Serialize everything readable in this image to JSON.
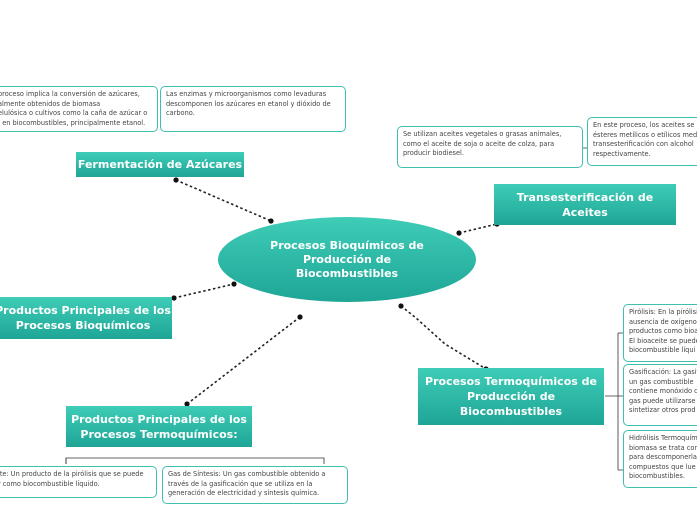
{
  "center": {
    "label_lines": [
      "Procesos Bioquímicos de",
      "Producción de",
      "Biocombustibles"
    ]
  },
  "topics": {
    "fermentation": {
      "label_lines": [
        "Fermentación de Azúcares"
      ]
    },
    "transesterification": {
      "label_lines": [
        "Transesterificación de",
        "Aceites"
      ]
    },
    "bio_products": {
      "label_lines": [
        "Productos Principales de los",
        "Procesos Bioquímicos"
      ]
    },
    "thermo_processes": {
      "label_lines": [
        "Procesos Termoquímicos de",
        "Producción de",
        "Biocombustibles"
      ]
    },
    "thermo_products": {
      "label_lines": [
        "Productos Principales de los",
        "Procesos Termoquímicos:"
      ]
    }
  },
  "notes": {
    "ferm_1": [
      "proceso implica la conversión de azúcares,",
      "almente obtenidos de biomasa",
      "elulósica o cultivos como la caña de azúcar o",
      ", en biocombustibles, principalmente etanol."
    ],
    "ferm_2": [
      "Las enzimas y microorganismos como levaduras",
      "descomponen los azúcares en etanol y dióxido de",
      "carbono."
    ],
    "trans_1": [
      "Se utilizan aceites vegetales o grasas animales,",
      "como el aceite de soja o aceite de colza, para",
      "producir biodiesel."
    ],
    "trans_2": [
      "En este proceso, los aceites se",
      "ésteres metílicos o etílicos med",
      "transesterificación con alcohol",
      "respectivamente."
    ],
    "thermo_1": [
      "Pirólisis: En la pirólisi",
      "ausencia de oxígeno",
      "productos como bioa",
      "El bioaceite se puede",
      "biocombustible líqui"
    ],
    "thermo_2": [
      "Gasificación: La gasif",
      "un gas combustible",
      "contiene monóxido c",
      "gas puede utilizarse",
      "sintetizar otros prod"
    ],
    "thermo_3": [
      "Hidrólisis Termoquím",
      "biomasa se trata con",
      "para descomponerla",
      "compuestos que lue",
      "biocombustibles."
    ],
    "tprod_1": [
      "ite: Un producto de la pirólisis que se puede",
      "r como biocombustible líquido."
    ],
    "tprod_2": [
      "Gas de Síntesis: Un gas combustible obtenido a",
      "través de la gasificación que se utiliza en la",
      "generación de electricidad y síntesis química."
    ]
  },
  "colors": {
    "topic_top": "#3fcdb7",
    "topic_bottom": "#1ea596",
    "note_border": "#3fbfae",
    "connector": "#222222"
  }
}
